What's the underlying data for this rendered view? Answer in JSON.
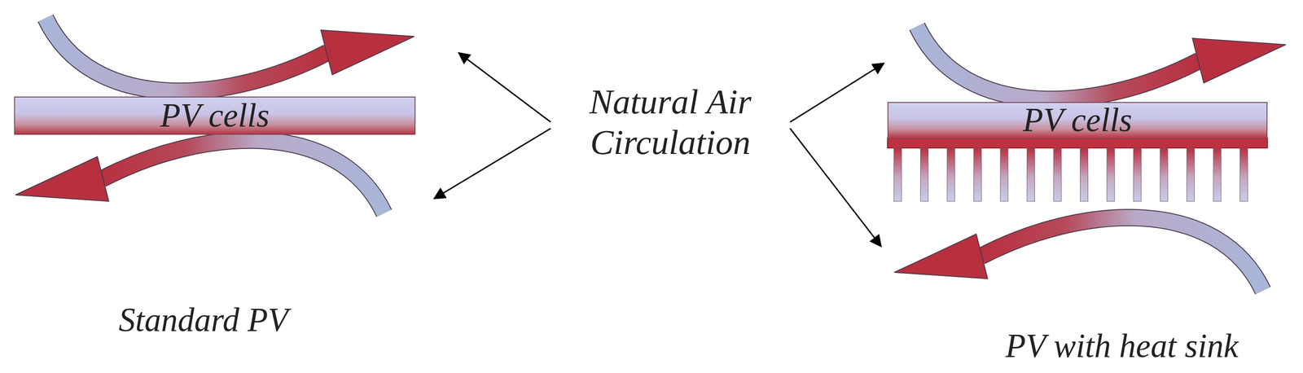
{
  "diagram": {
    "nodes": [
      {
        "text": [
          "PV cells"
        ]
      },
      {
        "text": [
          "PV cells"
        ]
      }
    ],
    "labels": [
      "Natural Air Circulation",
      "Standard PV",
      "PV with heat sink"
    ]
  }
}
